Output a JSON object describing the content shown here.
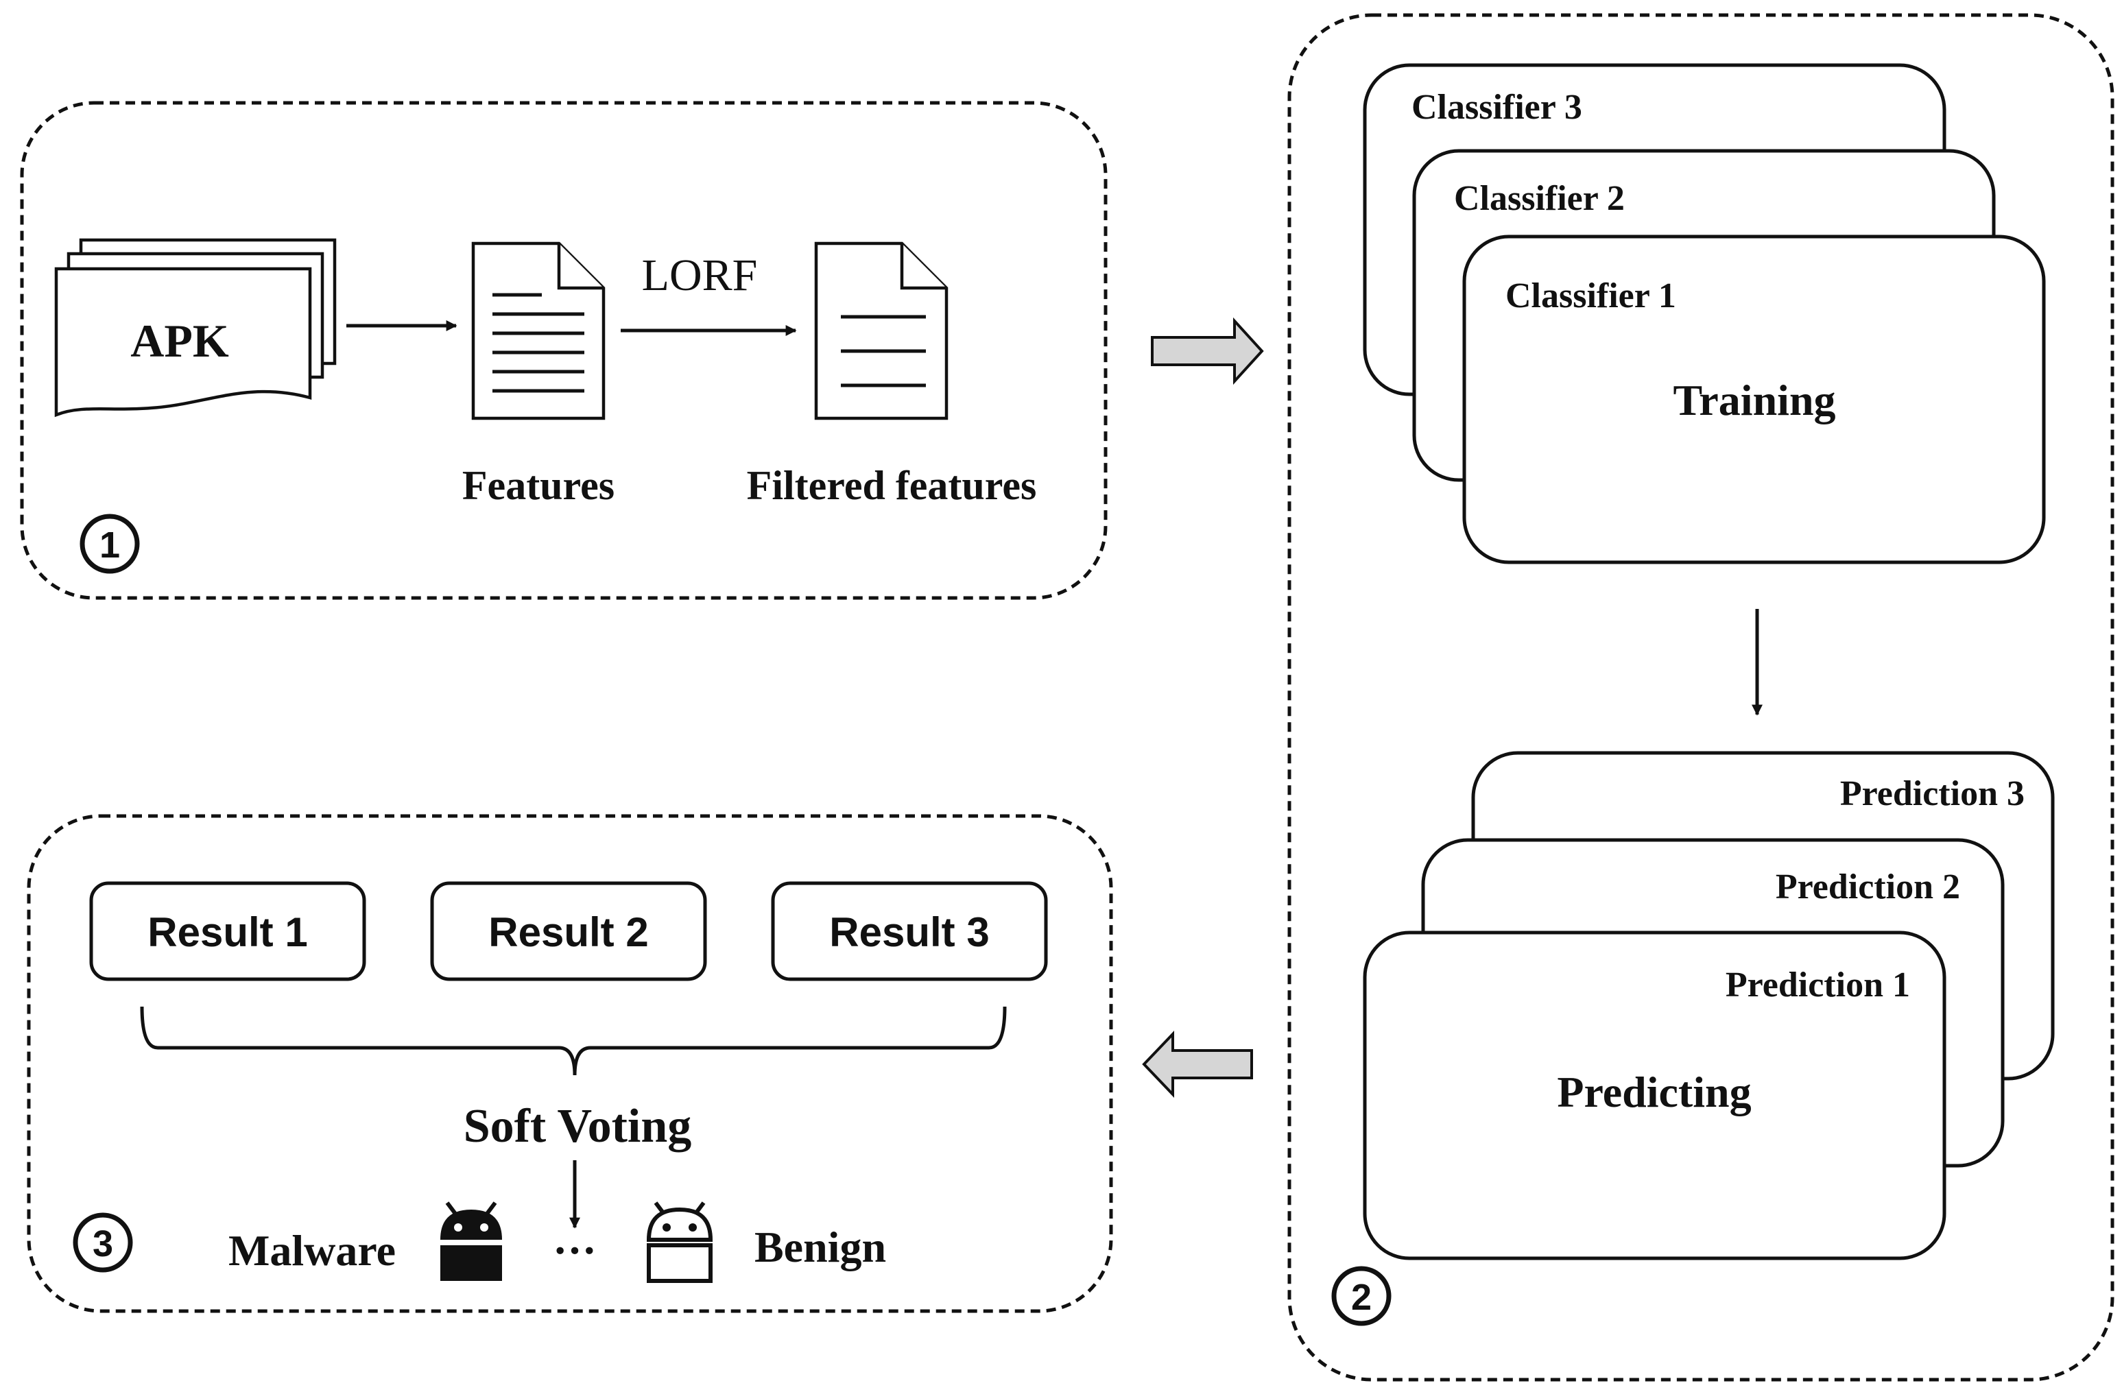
{
  "stage1": {
    "apk_label": "APK",
    "lorf_label": "LORF",
    "features_label": "Features",
    "filtered_label": "Filtered features",
    "step_number": "1"
  },
  "stage2": {
    "classifiers": [
      "Classifier 3",
      "Classifier 2",
      "Classifier 1"
    ],
    "training_label": "Training",
    "predictions": [
      "Prediction 3",
      "Prediction 2",
      "Prediction 1"
    ],
    "predicting_label": "Predicting",
    "step_number": "2"
  },
  "stage3": {
    "results": [
      "Result 1",
      "Result 2",
      "Result 3"
    ],
    "soft_voting_label": "Soft Voting",
    "malware_label": "Malware",
    "ellipsis": "···",
    "benign_label": "Benign",
    "step_number": "3"
  },
  "colors": {
    "stroke": "#111111",
    "hollow_arrow_fill": "#d6d6d6",
    "background": "#ffffff"
  },
  "icons": {
    "malware": "android-filled-icon",
    "benign": "android-outline-icon"
  }
}
